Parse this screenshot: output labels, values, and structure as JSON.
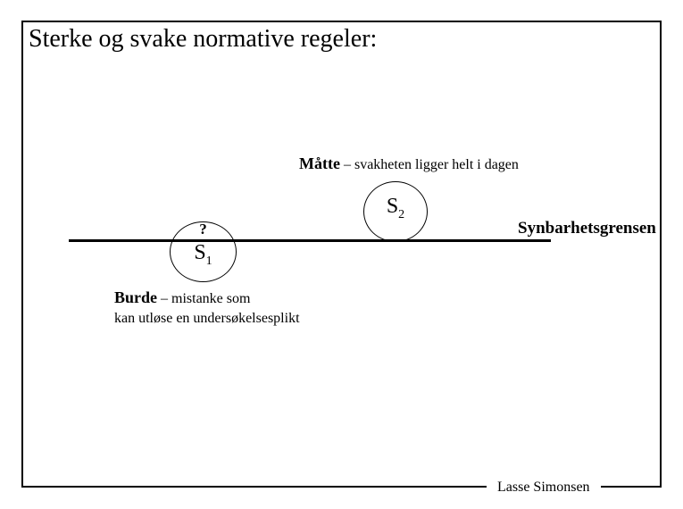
{
  "slide": {
    "title": "Sterke og svake normative regeler:",
    "footer": "Lasse Simonsen",
    "colors": {
      "background": "#ffffff",
      "foreground": "#000000"
    }
  },
  "diagram": {
    "strong_rule": {
      "term": "Måtte",
      "description": "– svakheten ligger helt i dagen"
    },
    "weak_rule": {
      "term": "Burde",
      "description": "– mistanke som",
      "description_line2": "kan utløse en undersøkelsesplikt"
    },
    "threshold_label": "Synbarhetsgrensen",
    "s1": {
      "base": "S",
      "sub": "1",
      "marker": "?"
    },
    "s2": {
      "base": "S",
      "sub": "2"
    }
  }
}
